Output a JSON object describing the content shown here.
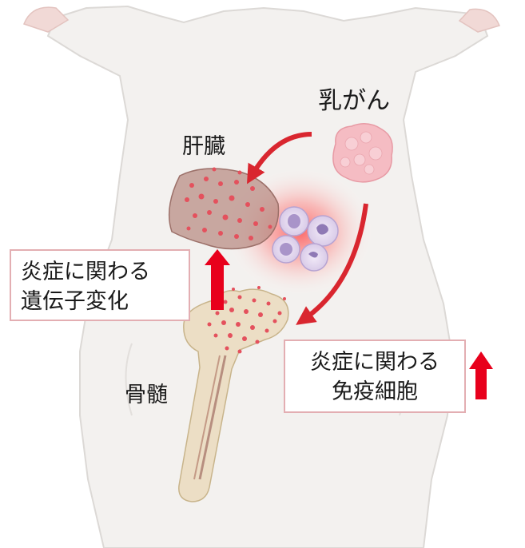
{
  "labels": {
    "breast_cancer": "乳がん",
    "liver": "肝臓",
    "bone_marrow": "骨髄"
  },
  "boxes": {
    "gene_change": {
      "line1": "炎症に関わる",
      "line2": "遺伝子変化"
    },
    "immune_cells": {
      "line1": "炎症に関わる",
      "line2": "免疫細胞"
    }
  },
  "colors": {
    "body": "#f3f1ef",
    "body_outline": "#dcd9d6",
    "paw": "#f1d9d6",
    "tumor": "#f5bcc3",
    "liver": "#b98d86",
    "dots": "#e4515d",
    "arrow": "#d9262f",
    "up_arrow": "#e8001c",
    "box_border": "#e3aeb2",
    "cell_purple": "#a994c9"
  },
  "icons": [
    "mouse-body",
    "tumor-icon",
    "liver-icon",
    "femur-bone-icon",
    "immune-cell-icon",
    "curved-arrow-icon",
    "up-arrow-icon"
  ]
}
